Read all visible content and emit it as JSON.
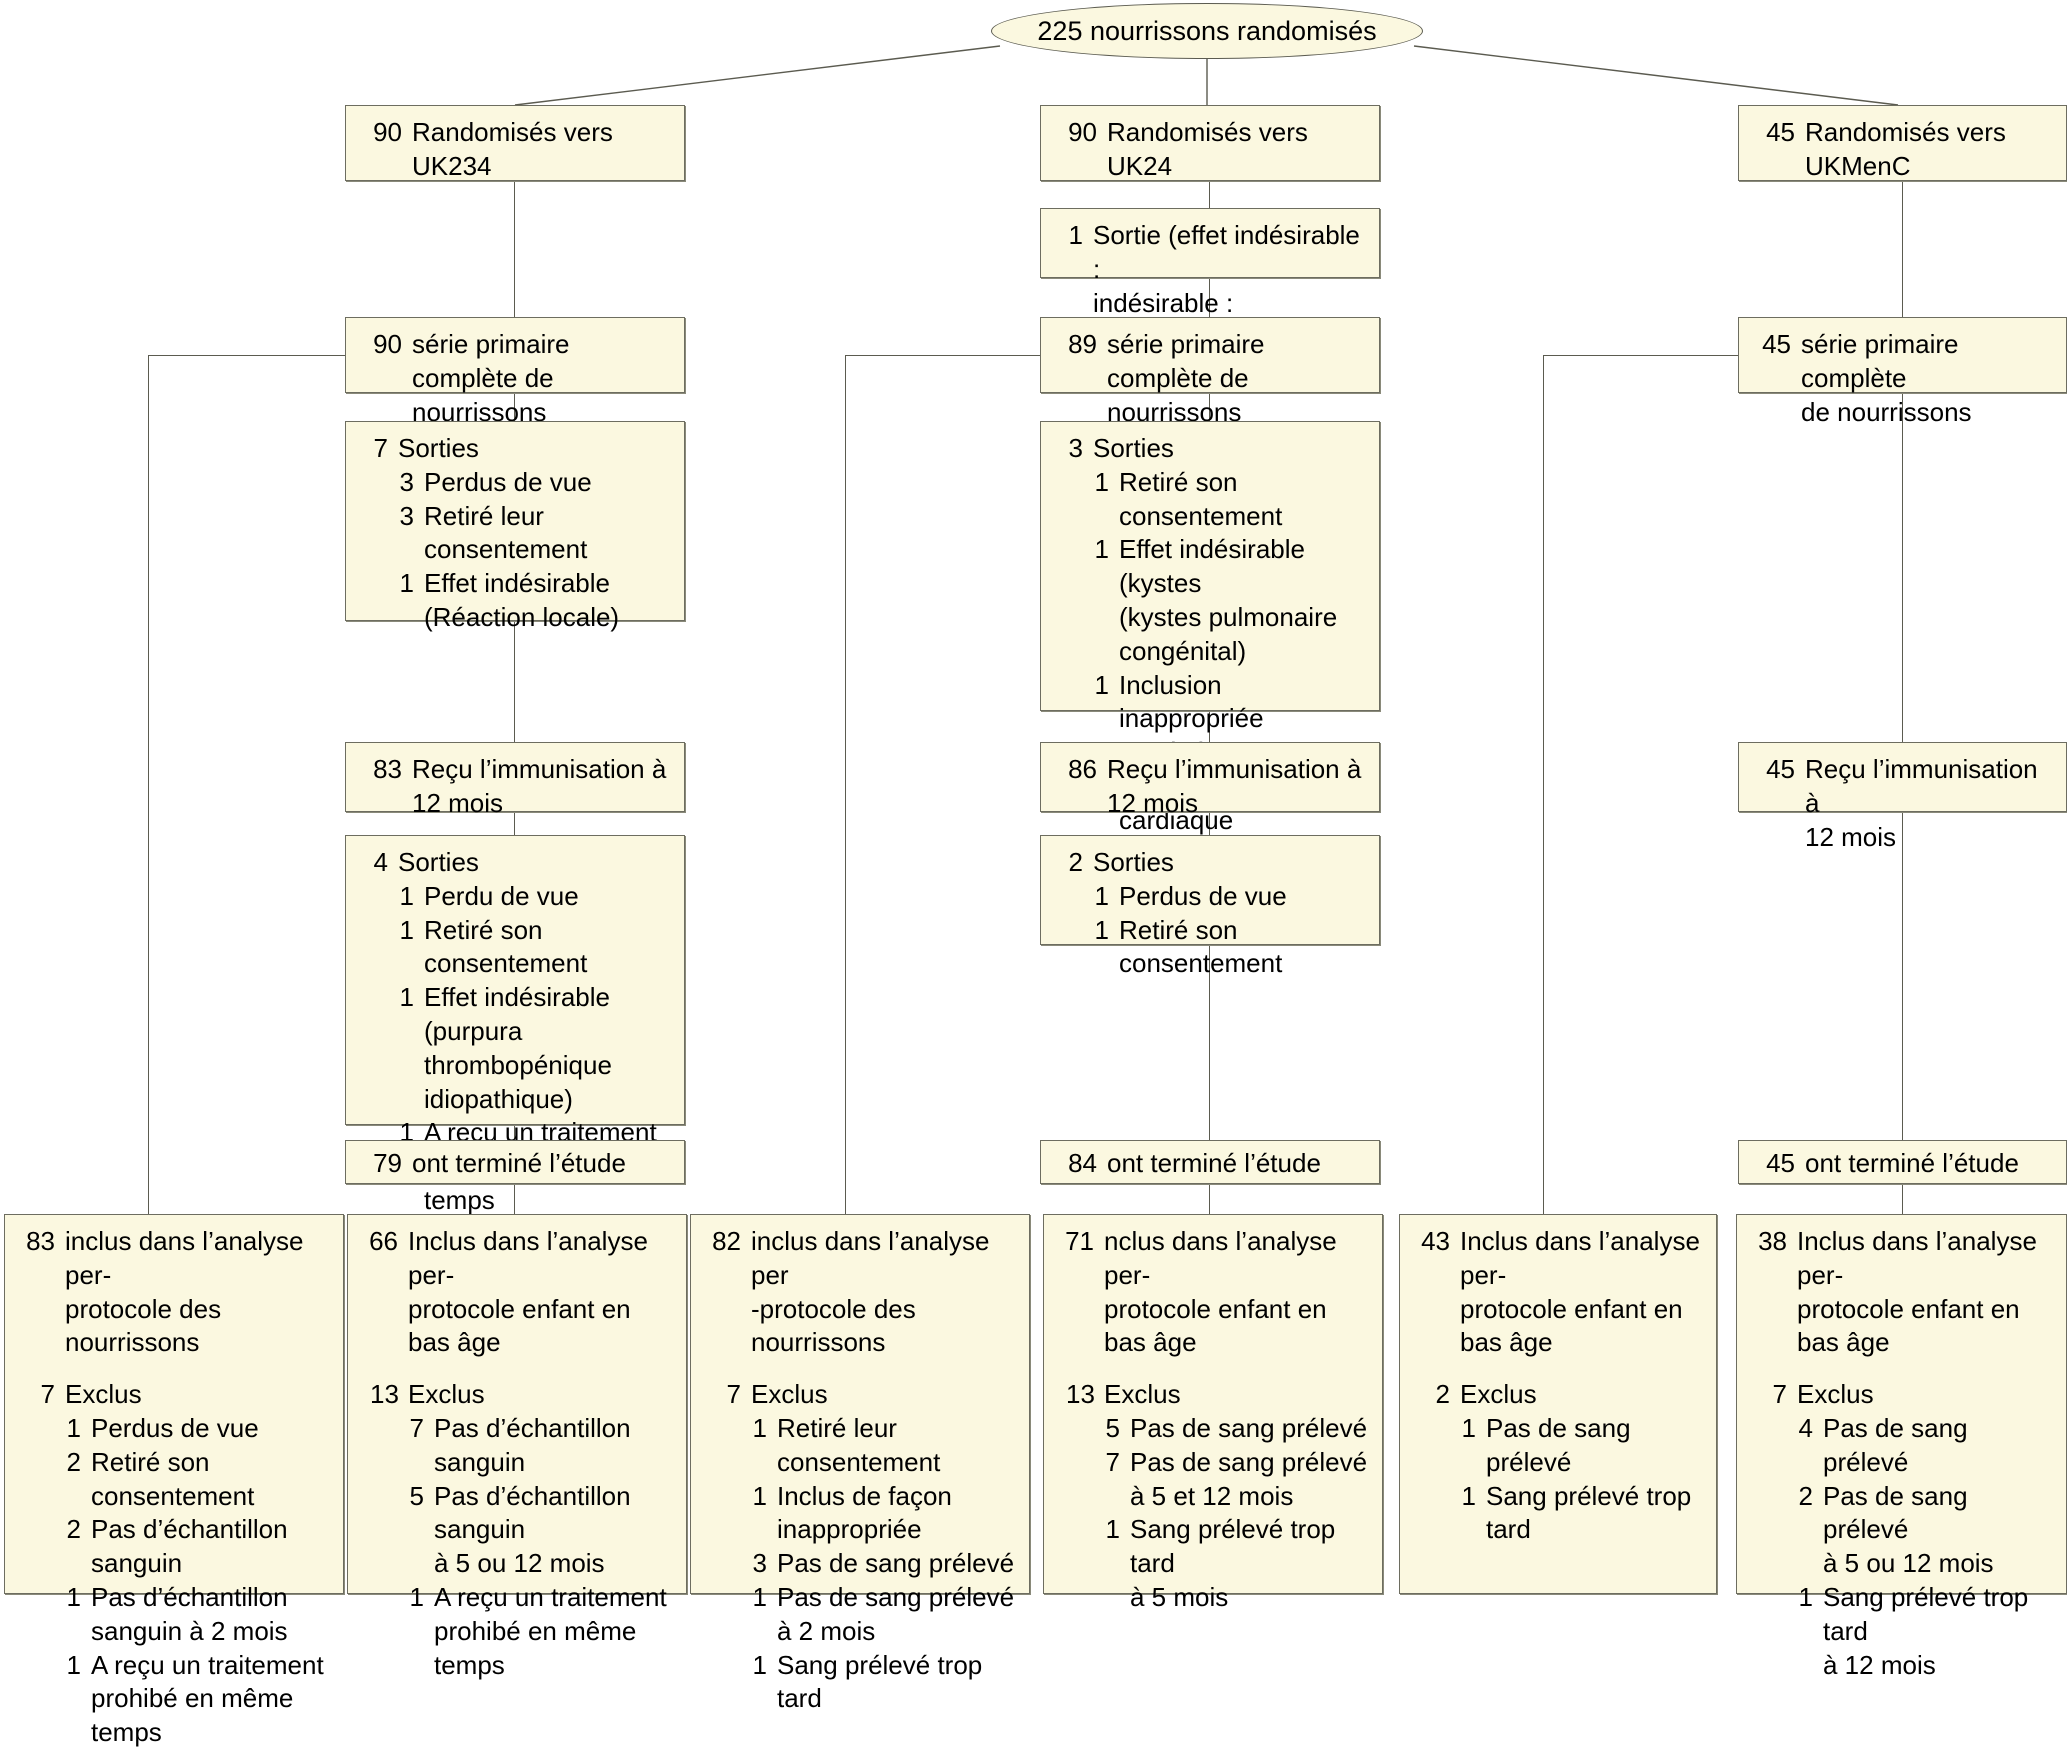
{
  "colors": {
    "box_fill": "#fbf8e0",
    "box_border": "#6d6d60",
    "line": "#5b5b50",
    "text": "#000000"
  },
  "root": {
    "label": "225 nourrissons randomisés"
  },
  "arms": [
    {
      "arm_id": "uk234",
      "randomized": {
        "num": "90",
        "text": "Randomisés vers\nUK234"
      },
      "early_exit": null,
      "primary_series": {
        "num": "90",
        "text": "série primaire\ncomplète de nourrissons"
      },
      "withdrawals_1": {
        "num": "7",
        "title": "Sorties",
        "items": [
          {
            "num": "3",
            "text": "Perdus de vue"
          },
          {
            "num": "3",
            "text": "Retiré leur\nconsentement"
          },
          {
            "num": "1",
            "text": "Effet indésirable\n(Réaction locale)"
          }
        ]
      },
      "immunisation": {
        "num": "83",
        "text": "Reçu l’immunisation à\n12  mois"
      },
      "withdrawals_2": {
        "num": "4",
        "title": "Sorties",
        "items": [
          {
            "num": "1",
            "text": "Perdu de vue"
          },
          {
            "num": "1",
            "text": "Retiré son consentement"
          },
          {
            "num": "1",
            "text": "Effet indésirable\n(purpura\nthrombopénique\nidiopathique)"
          },
          {
            "num": "1",
            "text": "A reçu un traitement\nprohibé en même temps"
          }
        ]
      },
      "completed": {
        "num": "79",
        "text": "ont terminé l’étude"
      }
    },
    {
      "arm_id": "uk24",
      "randomized": {
        "num": "90",
        "text": "Randomisés vers\nUK24"
      },
      "early_exit": {
        "num": "1",
        "text": "Sortie (effet indésirable :\nindésirable : convulsions)"
      },
      "primary_series": {
        "num": "89",
        "text": "série primaire\ncomplète de nourrissons"
      },
      "withdrawals_1": {
        "num": "3",
        "title": "Sorties",
        "items": [
          {
            "num": "1",
            "text": "Retiré son consentement"
          },
          {
            "num": "1",
            "text": "Effet indésirable (kystes\n (kystes pulmonaire\ncongénital)"
          },
          {
            "num": "1",
            "text": "Inclusion inappropriée\n(antécédents d’arythmies\ncardiaque récidivantes)"
          }
        ]
      },
      "immunisation": {
        "num": "86",
        "text": "Reçu l’immunisation à\n12  mois"
      },
      "withdrawals_2": {
        "num": "2",
        "title": "Sorties",
        "items": [
          {
            "num": "1",
            "text": "Perdus de vue"
          },
          {
            "num": "1",
            "text": "Retiré son consentement"
          }
        ]
      },
      "completed": {
        "num": "84",
        "text": "ont terminé l’étude"
      }
    },
    {
      "arm_id": "ukmenc",
      "randomized": {
        "num": "45",
        "text": "Randomisés vers\nUKMenC"
      },
      "early_exit": null,
      "primary_series": {
        "num": "45",
        "text": "série primaire complète\nde nourrissons"
      },
      "withdrawals_1": null,
      "immunisation": {
        "num": "45",
        "text": "Reçu l’immunisation à\n12  mois"
      },
      "withdrawals_2": null,
      "completed": {
        "num": "45",
        "text": "ont terminé l’étude"
      }
    }
  ],
  "analysis_boxes": [
    {
      "box_id": "pp-infant-uk234",
      "header": {
        "num": "83",
        "text": "inclus dans l’analyse per-\nprotocole des nourrissons"
      },
      "excluded": {
        "num": "7",
        "title": "Exclus",
        "items": [
          {
            "num": "1",
            "text": "Perdus de vue"
          },
          {
            "num": "2",
            "text": "Retiré son consentement"
          },
          {
            "num": "2",
            "text": "Pas d’échantillon sanguin"
          },
          {
            "num": "1",
            "text": "Pas d’échantillon\nsanguin à 2 mois"
          },
          {
            "num": "1",
            "text": "A reçu un traitement\nprohibé en même\ntemps"
          }
        ]
      }
    },
    {
      "box_id": "pp-toddler-uk234",
      "header": {
        "num": "66",
        "text": "Inclus dans l’analyse per-\nprotocole enfant en bas âge"
      },
      "excluded": {
        "num": "13",
        "title": "Exclus",
        "items": [
          {
            "num": "7",
            "text": "Pas d’échantillon sanguin"
          },
          {
            "num": "5",
            "text": "Pas d’échantillon sanguin\nà 5 ou 12 mois"
          },
          {
            "num": "1",
            "text": "A reçu un traitement\nprohibé en même\ntemps"
          }
        ]
      }
    },
    {
      "box_id": "pp-infant-uk24",
      "header": {
        "num": "82",
        "text": "inclus dans l’analyse per\n-protocole des nourrissons"
      },
      "excluded": {
        "num": "7",
        "title": "Exclus",
        "items": [
          {
            "num": "1",
            "text": "Retiré leur consentement"
          },
          {
            "num": "1",
            "text": "Inclus de façon\ninappropriée"
          },
          {
            "num": "3",
            "text": "Pas de sang prélevé"
          },
          {
            "num": "1",
            "text": "Pas de sang prélevé\nà 2 mois"
          },
          {
            "num": "1",
            "text": " Sang prélevé trop tard"
          }
        ]
      }
    },
    {
      "box_id": "pp-toddler-uk24",
      "header": {
        "num": "71",
        "text": "nclus dans l’analyse per-\nprotocole enfant en bas âge"
      },
      "excluded": {
        "num": "13",
        "title": "Exclus",
        "items": [
          {
            "num": "5",
            "text": "Pas de sang prélevé"
          },
          {
            "num": "7",
            "text": "Pas de sang prélevé\nà 5 et 12 mois"
          },
          {
            "num": "1",
            "text": "Sang prélevé trop tard\nà 5 mois"
          }
        ]
      }
    },
    {
      "box_id": "pp-toddler-ukmenc-a",
      "header": {
        "num": "43",
        "text": "Inclus dans l’analyse per-\nprotocole enfant en bas âge"
      },
      "excluded": {
        "num": "2",
        "title": "Exclus",
        "items": [
          {
            "num": "1",
            "text": "Pas de sang prélevé"
          },
          {
            "num": "1",
            "text": "Sang prélevé trop tard"
          }
        ]
      }
    },
    {
      "box_id": "pp-toddler-ukmenc-b",
      "header": {
        "num": "38",
        "text": "Inclus dans l’analyse per-\nprotocole enfant en bas âge"
      },
      "excluded": {
        "num": "7",
        "title": "Exclus",
        "items": [
          {
            "num": "4",
            "text": "Pas de sang prélevé"
          },
          {
            "num": "2",
            "text": "Pas de sang prélevé\nà 5 ou 12 mois"
          },
          {
            "num": "1",
            "text": "Sang prélevé trop tard\n à 12 mois"
          }
        ]
      }
    }
  ]
}
